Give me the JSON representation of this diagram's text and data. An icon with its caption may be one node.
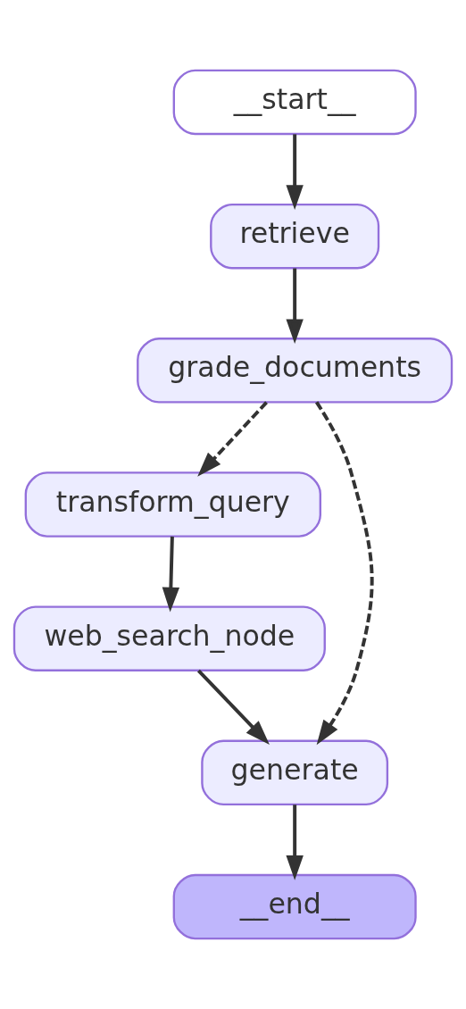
{
  "diagram": {
    "nodes": [
      {
        "text": [
          "__start__"
        ]
      },
      {
        "text": [
          "retrieve"
        ]
      },
      {
        "text": [
          "grade_documents"
        ]
      },
      {
        "text": [
          "transform_query"
        ]
      },
      {
        "text": [
          "web_search_node"
        ]
      },
      {
        "text": [
          "generate"
        ]
      },
      {
        "text": [
          "__end__"
        ]
      }
    ],
    "edges": [
      {
        "from": 0,
        "to": 1,
        "arrow": "to"
      },
      {
        "from": 1,
        "to": 2,
        "arrow": "to"
      },
      {
        "from": 2,
        "to": 3,
        "arrow": "to",
        "style": "dashed"
      },
      {
        "from": 2,
        "to": 5,
        "arrow": "to",
        "style": "dashed"
      },
      {
        "from": 3,
        "to": 4,
        "arrow": "to"
      },
      {
        "from": 4,
        "to": 5,
        "arrow": "to"
      },
      {
        "from": 5,
        "to": 6,
        "arrow": "to"
      }
    ]
  }
}
